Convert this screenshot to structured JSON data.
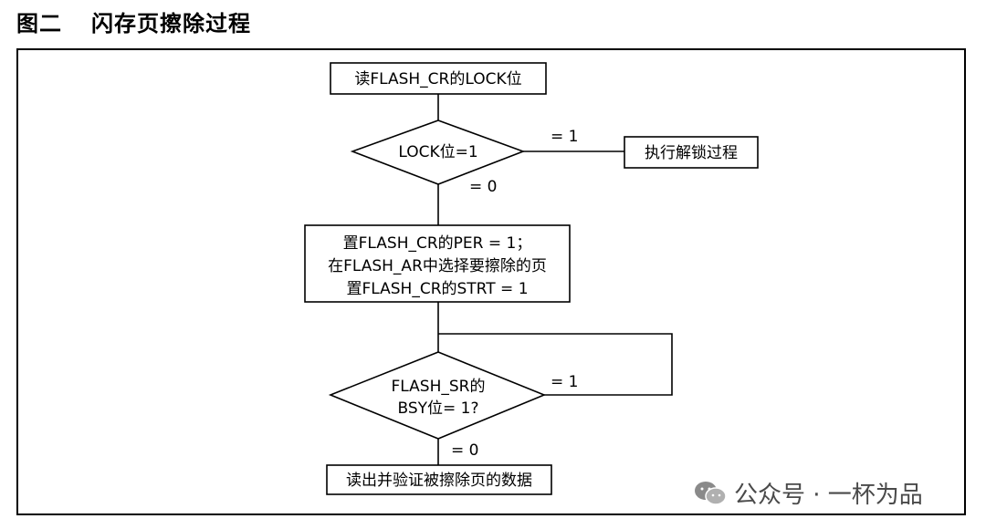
{
  "figure": {
    "number": "图二",
    "title": "闪存页擦除过程"
  },
  "nodes": {
    "read_lock": "读FLASH_CR的LOCK位",
    "lock_decision": "LOCK位=1",
    "unlock": "执行解锁过程",
    "setup_lines": [
      "置FLASH_CR的PER = 1；",
      "在FLASH_AR中选择要擦除的页",
      "置FLASH_CR的STRT = 1"
    ],
    "bsy_lines": [
      "FLASH_SR的",
      "BSY位= 1?"
    ],
    "verify": "读出并验证被擦除页的数据"
  },
  "edges": {
    "lock_yes": "= 1",
    "lock_no": "= 0",
    "bsy_yes": "= 1",
    "bsy_no": "= 0"
  },
  "watermark": {
    "text": "公众号 · 一杯为品",
    "icon": "wechat-icon"
  }
}
